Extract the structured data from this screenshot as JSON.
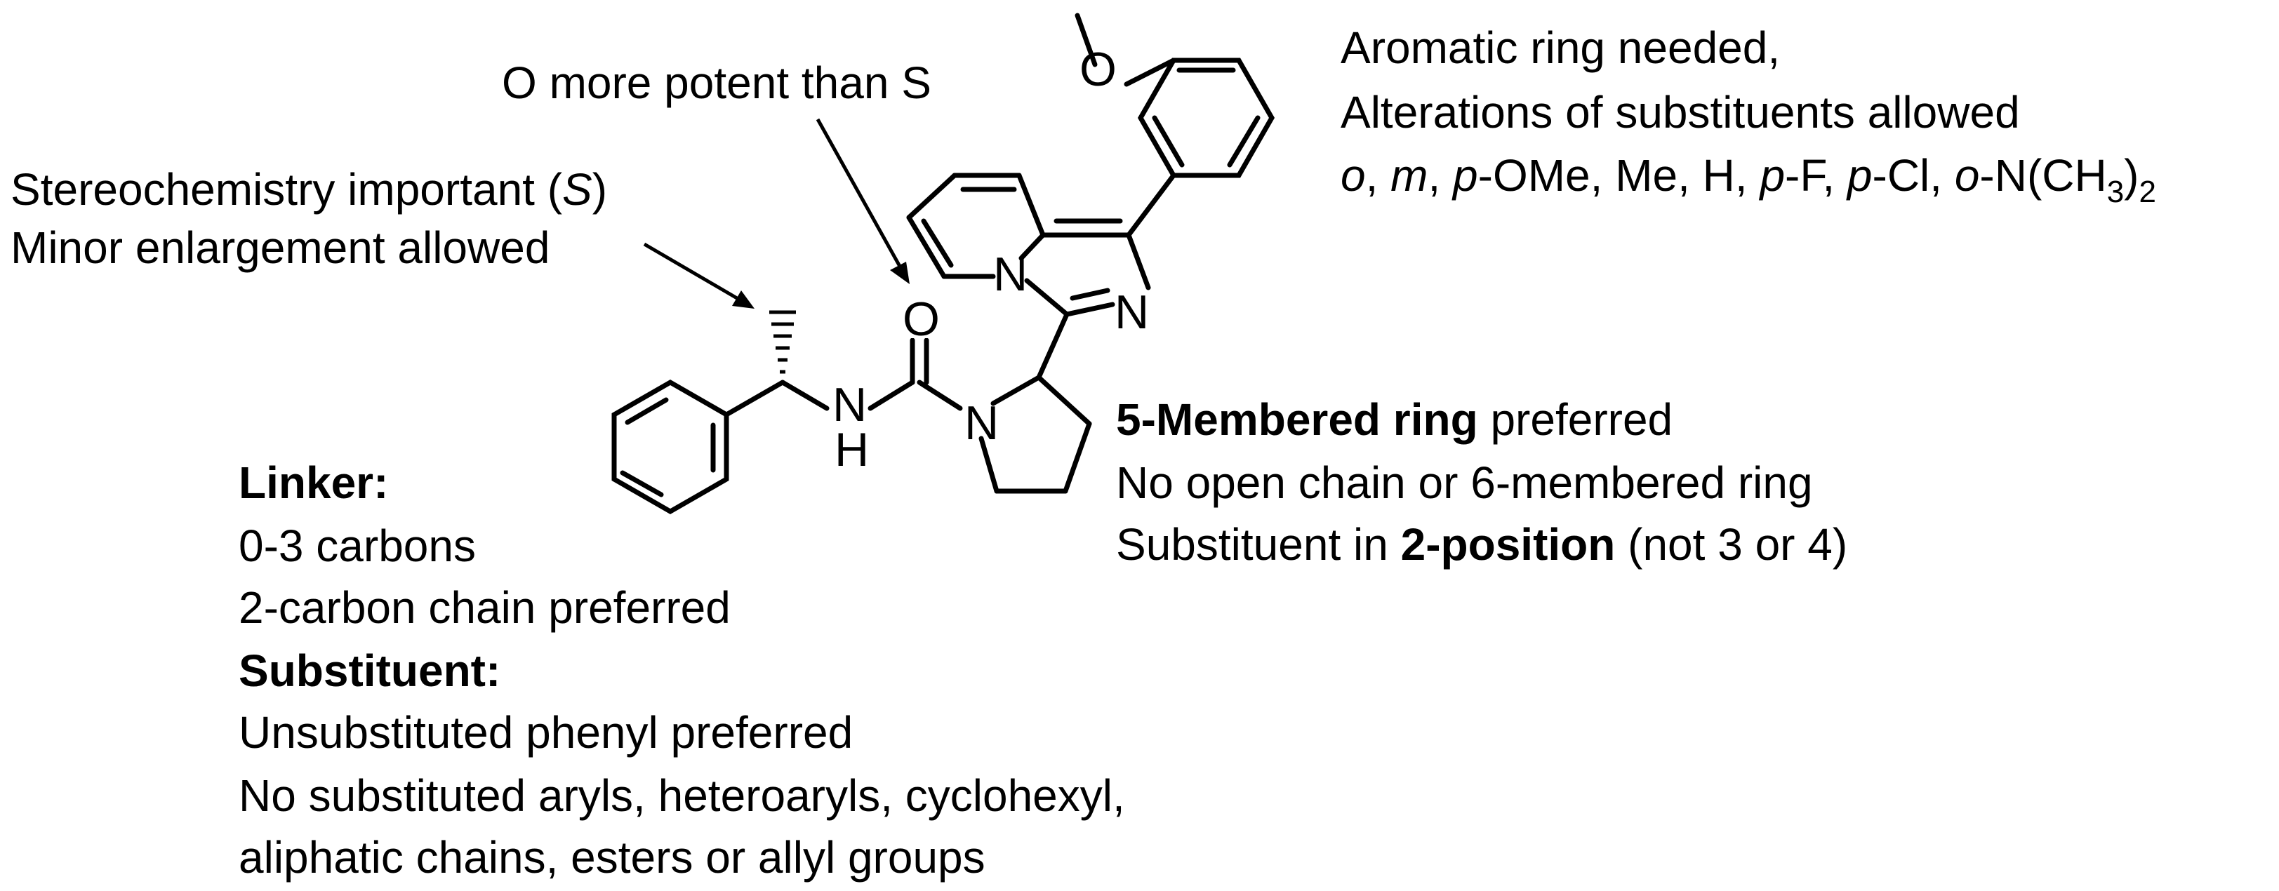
{
  "annotations": {
    "o_vs_s": "O more potent than S",
    "stereo_line1_pre": "Stereochemistry important (",
    "stereo_line1_italic": "S",
    "stereo_line1_post": ")",
    "stereo_line2": "Minor enlargement allowed",
    "aromatic_line1": "Aromatic ring needed,",
    "aromatic_line2": "Alterations of substituents allowed",
    "substituents": {
      "o": "o",
      "sep1": ", ",
      "m": "m",
      "sep2": ", ",
      "p1": "p",
      "ome": "-OMe, Me, H, ",
      "p2": "p",
      "f": "-F, ",
      "p3": "p",
      "cl": "-Cl, ",
      "o2": "o",
      "nme2_pre": "-N(CH",
      "sub3": "3",
      "close": ")",
      "sub2": "2"
    },
    "ring_bold": "5-Membered ring",
    "ring_rest": " preferred",
    "ring_line2": "No open chain or 6-membered ring",
    "ring_line3_pre": "Substituent in ",
    "ring_line3_bold": "2-position",
    "ring_line3_post": " (not 3 or 4)",
    "linker_heading": "Linker:",
    "linker_line1": "0-3 carbons",
    "linker_line2": "2-carbon chain preferred",
    "substituent_heading": "Substituent:",
    "substituent_line1": "Unsubstituted phenyl preferred",
    "substituent_line2": "No substituted aryls, heteroaryls, cyclohexyl,",
    "substituent_line3": "aliphatic chains, esters or allyl groups"
  },
  "atoms": {
    "oxygen_carbonyl": "O",
    "oxygen_methoxy": "O",
    "nitrogen_amide": "N",
    "hydrogen_amide": "H",
    "nitrogen_pyrrolidine": "N",
    "nitrogen_bridgehead": "N",
    "nitrogen_imidazole": "N"
  }
}
